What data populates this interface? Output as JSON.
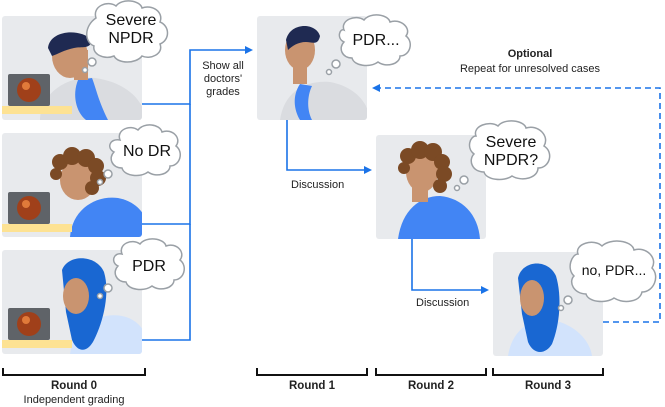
{
  "bubbles": {
    "doc1": "Severe NPDR",
    "doc2": "No DR",
    "doc3": "PDR",
    "round1": "PDR...",
    "round2": "Severe NPDR?",
    "round3": "no, PDR..."
  },
  "labels": {
    "show_all": "Show all doctors' grades",
    "discussion1": "Discussion",
    "discussion2": "Discussion",
    "optional_title": "Optional",
    "optional_sub": "Repeat for unresolved cases"
  },
  "rounds": {
    "r0": "Round 0",
    "r0_sub": "Independent grading",
    "r1": "Round 1",
    "r2": "Round 2",
    "r3": "Round 3"
  },
  "colors": {
    "panel": "#e8eaed",
    "arrow": "#1a73e8",
    "shirt": "#4285f4",
    "shirt_light": "#d2e3fc",
    "hijab": "#1967d2",
    "skin": "#c99470",
    "hair_dark": "#1f2a52",
    "hair_curly": "#7b4a25",
    "laptop": "#fde293"
  }
}
